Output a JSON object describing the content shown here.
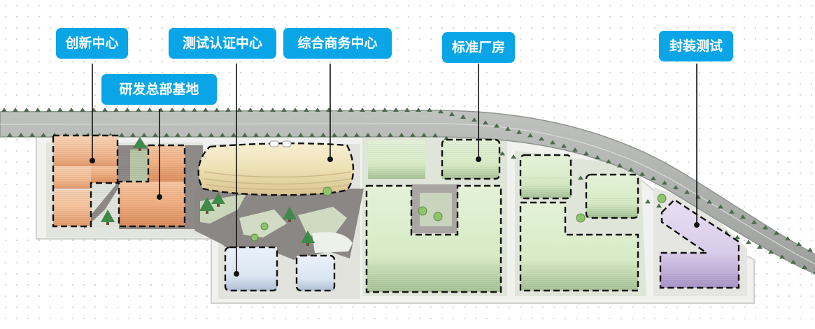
{
  "labels": {
    "innovation": "创新中心",
    "testing_cert": "测试认证中心",
    "commercial": "综合商务中心",
    "factory": "标准厂房",
    "packaging_test": "封装测试",
    "rnd_hq": "研发总部基地"
  },
  "colors": {
    "callout": "#0aa5e6",
    "innovation": "#f6c7a3",
    "rnd_hq": "#f3b98c",
    "commercial": "#f3e7bf",
    "testing_cert": "#dfe8f3",
    "factory": "#d9ecc9",
    "packaging_test": "#dcd0ec",
    "road": "#a9aca9",
    "plaza": "#8e8a87"
  }
}
